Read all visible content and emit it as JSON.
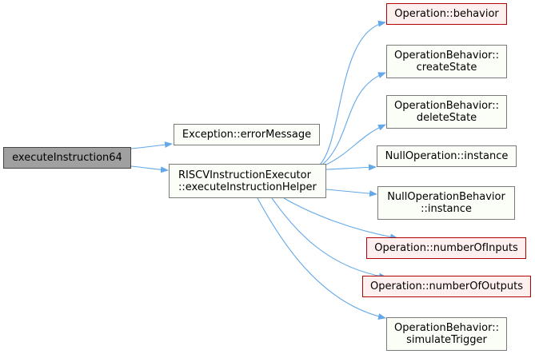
{
  "colors": {
    "edge": "#63a8e8",
    "normal_border": "#7a7a7a",
    "red_border": "#b30000",
    "root_fill": "#a0a0a0"
  },
  "nodes": {
    "root": {
      "label": "executeInstruction64"
    },
    "exception": {
      "label": "Exception::errorMessage"
    },
    "helper": {
      "line1": "RISCVInstructionExecutor",
      "line2": "::executeInstructionHelper"
    },
    "behavior": {
      "label": "Operation::behavior"
    },
    "create_state": {
      "line1": "OperationBehavior::",
      "line2": "createState"
    },
    "delete_state": {
      "line1": "OperationBehavior::",
      "line2": "deleteState"
    },
    "null_op": {
      "label": "NullOperation::instance"
    },
    "null_beh": {
      "line1": "NullOperationBehavior",
      "line2": "::instance"
    },
    "num_inputs": {
      "label": "Operation::numberOfInputs"
    },
    "num_outputs": {
      "label": "Operation::numberOfOutputs"
    },
    "sim_trigger": {
      "line1": "OperationBehavior::",
      "line2": "simulateTrigger"
    }
  }
}
